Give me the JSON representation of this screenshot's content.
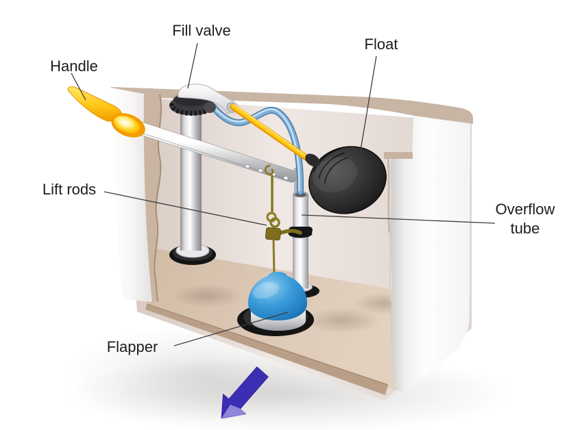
{
  "diagram": {
    "type": "labeled-illustration",
    "subject": "toilet tank flush mechanism cutaway"
  },
  "labels": {
    "handle": "Handle",
    "fill_valve": "Fill valve",
    "float": "Float",
    "lift_rods": "Lift rods",
    "flapper": "Flapper",
    "overflow_tube_line1": "Overflow",
    "overflow_tube_line2": "tube"
  },
  "icons": {
    "flush_direction_arrow": "down-left-arrow"
  },
  "colors": {
    "background": "#ffffff",
    "tank_rim": "#c8b5a4",
    "tank_interior": "#eee7e3",
    "tank_floor": "#dcc7b3",
    "handle_gold": "#ffc716",
    "float_black": "#2e2e2e",
    "flapper_blue": "#2e93d5",
    "refill_tube_blue": "#7fb0d9",
    "float_arm_yellow": "#ffc913",
    "lift_rod_brass": "#8a7a25",
    "arrow_purple": "#3c2eb2",
    "label_text": "#1c1c1a"
  }
}
